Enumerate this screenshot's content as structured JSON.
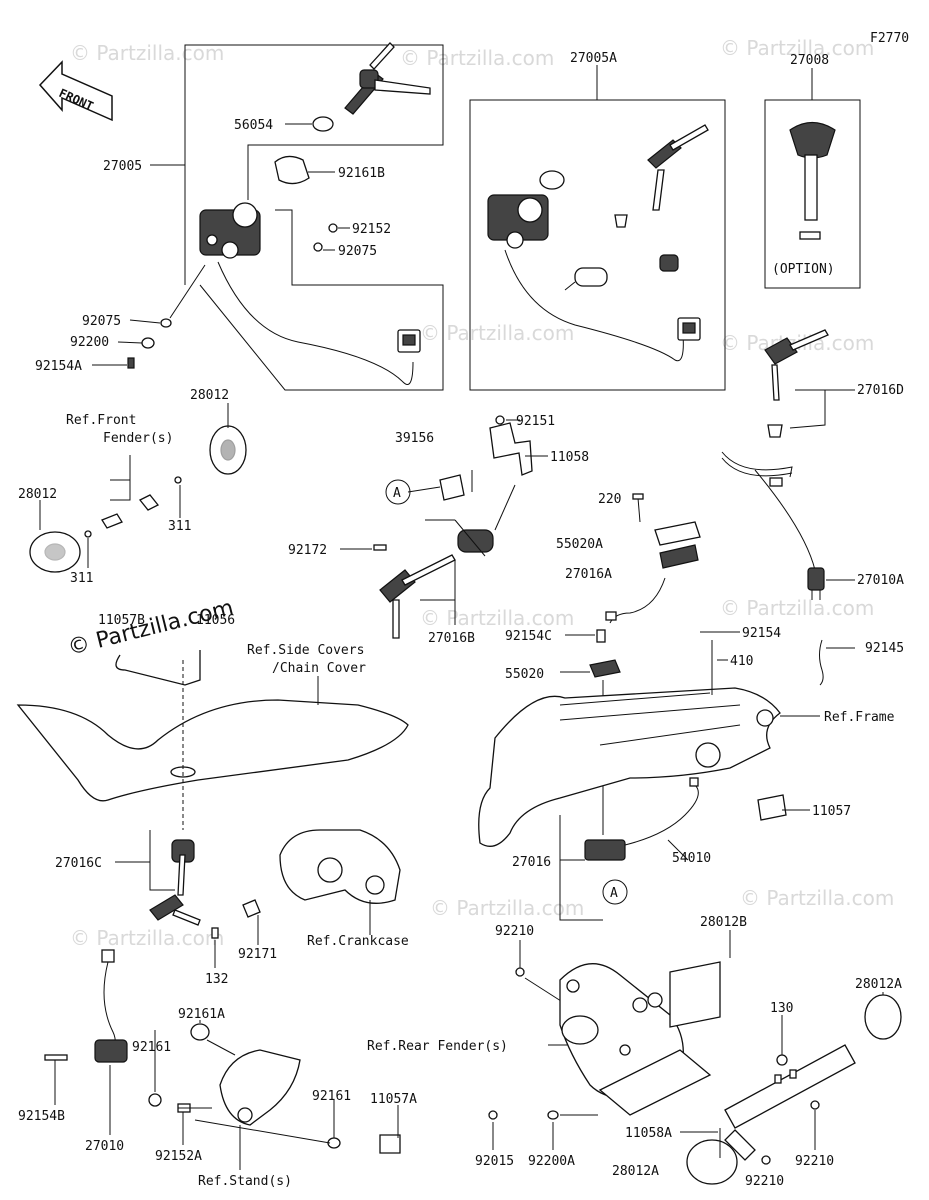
{
  "figure_code": "F2770",
  "front_arrow": "FRONT",
  "watermark": "© Partzilla.com",
  "option_note": "(OPTION)",
  "part_numbers": {
    "p27005": "27005",
    "p56054": "56054",
    "p92161B": "92161B",
    "p92152": "92152",
    "p92075a": "92075",
    "p92075b": "92075",
    "p92200": "92200",
    "p92154A": "92154A",
    "p27005A": "27005A",
    "p27008": "27008",
    "p27016D": "27016D",
    "p28012a": "28012",
    "p28012b": "28012",
    "p311a": "311",
    "p311b": "311",
    "p92151": "92151",
    "p39156": "39156",
    "p11058": "11058",
    "p92172": "92172",
    "p27016B": "27016B",
    "p220": "220",
    "p55020A": "55020A",
    "p27016A": "27016A",
    "p92154C": "92154C",
    "p92154": "92154",
    "p410": "410",
    "p55020": "55020",
    "p27010A": "27010A",
    "p92145": "92145",
    "p11057B": "11057B",
    "p11056": "11056",
    "p27016C": "27016C",
    "p132": "132",
    "p92171": "92171",
    "p11057": "11057",
    "p27016": "27016",
    "p54010": "54010",
    "p92210a": "92210",
    "p28012B": "28012B",
    "p130": "130",
    "p28012A_r": "28012A",
    "p92015": "92015",
    "p92200A": "92200A",
    "p11058A": "11058A",
    "p28012A_b": "28012A",
    "p92210b": "92210",
    "p92210c": "92210",
    "p92161A": "92161A",
    "p92161a": "92161",
    "p92161b": "92161",
    "p11057A": "11057A",
    "p92154B": "92154B",
    "p27010": "27010",
    "p92152A": "92152A"
  },
  "references": {
    "front_fender_1": "Ref.Front",
    "front_fender_2": "Fender(s)",
    "side_covers_1": "Ref.Side Covers",
    "side_covers_2": "/Chain Cover",
    "frame": "Ref.Frame",
    "crankcase": "Ref.Crankcase",
    "rear_fender": "Ref.Rear Fender(s)",
    "stand": "Ref.Stand(s)"
  },
  "callouts": {
    "a_top": "A",
    "a_bottom": "A"
  }
}
